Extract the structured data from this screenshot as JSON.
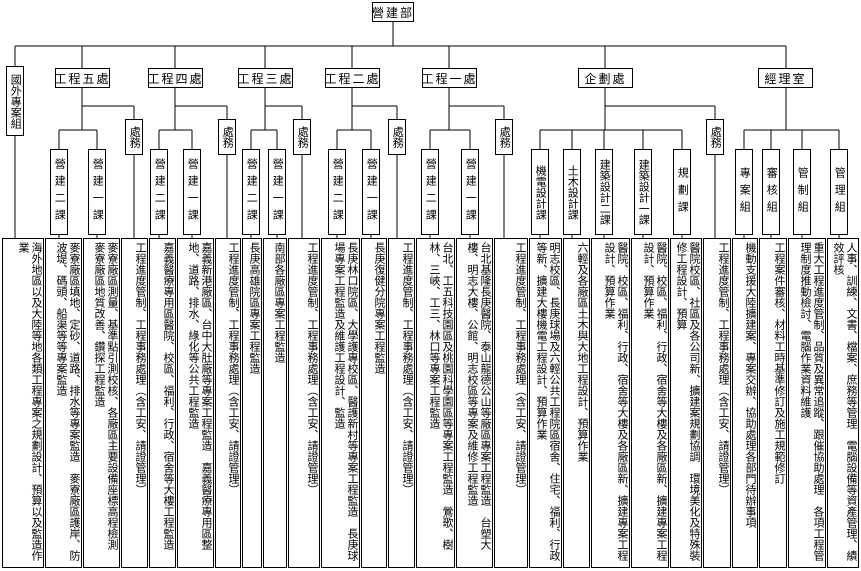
{
  "root": "營建部",
  "level1": {
    "overseas": "國外專案組",
    "div5": "工程五處",
    "div4": "工程四處",
    "div3": "工程三處",
    "div2": "工程二處",
    "div1": "工程一處",
    "planning": "企劃處",
    "management": "經理室"
  },
  "units": {
    "d5_s2": "營建二課",
    "d5_s1": "營建一課",
    "d5_aff": "處務",
    "d4_s2": "營建二課",
    "d4_s1": "營建一課",
    "d4_aff": "處務",
    "d3_s2": "營建二課",
    "d3_s1": "營建一課",
    "d3_aff": "處務",
    "d2_s2": "營建二課",
    "d2_s1": "營建一課",
    "d2_aff": "處務",
    "d1_s2": "營建二課",
    "d1_s1": "營建一課",
    "d1_aff": "處務",
    "p_mech": "機電設計課",
    "p_civil": "土木設計課",
    "p_arch2": "建築設計二課",
    "p_arch1": "建築設計一課",
    "p_plan": "規劃課",
    "p_aff": "處務",
    "m_proj": "專案組",
    "m_audit": "審核組",
    "m_ctrl": "管制組",
    "m_admin": "管理組"
  },
  "duties": {
    "overseas": "海外地區以及大陸等地各類工程專案之規劃設計、預算以及監造作業",
    "d5_s2": "麥寮廠區填地、定砂、道路、排水等專案監造　麥寮廠區護岸、防波堤、碼頭、船渠等等專案監造",
    "d5_s1": "麥寮廠區測量、基準點引測校核、各廠區主要設備座標高程檢測　麥寮廠區地質改善、鑽探工程監造",
    "d5_aff": "工程進度管制、工程事務處理（含工安、請證管理）",
    "d4_s2": "嘉義醫療專用區醫院、校區、福利、行政、宿舍等大樓工程監造",
    "d4_s1": "嘉義新港廠區、台中大肚廠等專案工程監造　嘉義醫療專用區整地、道路、排水、綠化等公共工程監造",
    "d4_aff": "工程進度管制、工程事務處理（含工安、請證管理）",
    "d3_s2": "長庚高雄院區專案工程監造",
    "d3_s1": "南部各廠區專案工程監造",
    "d3_aff": "工程進度管制、工程事務處理（含工安、請證管理）",
    "d2_s2": "長庚林口院區、大學護專校區、醫護新村等專案工程監造　長庚球場專案工程監造及維護工程設計、監造",
    "d2_s1": "長庚復健分院專案工程監造",
    "d2_aff": "工程進度管制、工程事務處理（含工安、請證管理）",
    "d1_s2": "台北、工五科技園區及桃園科學園區等專案工程監造　鶯歌、樹林、三峽、工三、林口等專案工程監造",
    "d1_s1": "台北基隆長庚醫院、泰山龍德公山等廠區專案工程監造　台塑大樓、明志大樓、公館、明志校區等專案及維修工程監造",
    "d1_aff": "工程進度管制、工程事務處理（含工安、請證管理）",
    "p_mech": "明志校區、長庚球場及六輕公共工程院區宿舍、住宅、福利、行政等新、擴建大樓機電工程設計、預算作業",
    "p_civil": "六輕及各廠區土木與大地工程設計、預算作業",
    "p_arch2": "醫院、校區、福利、行政、宿舍等大樓及各廠區新、擴建專案工程設計、預算作業",
    "p_arch1": "醫院、校區、福利、行政、宿舍等大樓及各廠區新、擴建專案工程設計、預算作業",
    "p_plan": "醫院校區、社區及各公司新、擴建案規劃協調　環境美化及特殊裝修工程設計、預算",
    "p_aff": "工程進度管制、工程事務處理（含工安、請證管理）",
    "m_proj": "機動支援大陸擴建案、專案交辦、協助處理各部門待辦事項",
    "m_audit": "工程案件審核、材料工時基準修訂及施工規範修訂",
    "m_ctrl": "重大工程進度管制、品質及異常追蹤、跟催協助處理　各項工程管理制度推動檢討、電腦作業資料維護",
    "m_admin": "人事、訓練、文書、檔案、庶務等管理　電腦設備等資產管理、績效評核"
  }
}
